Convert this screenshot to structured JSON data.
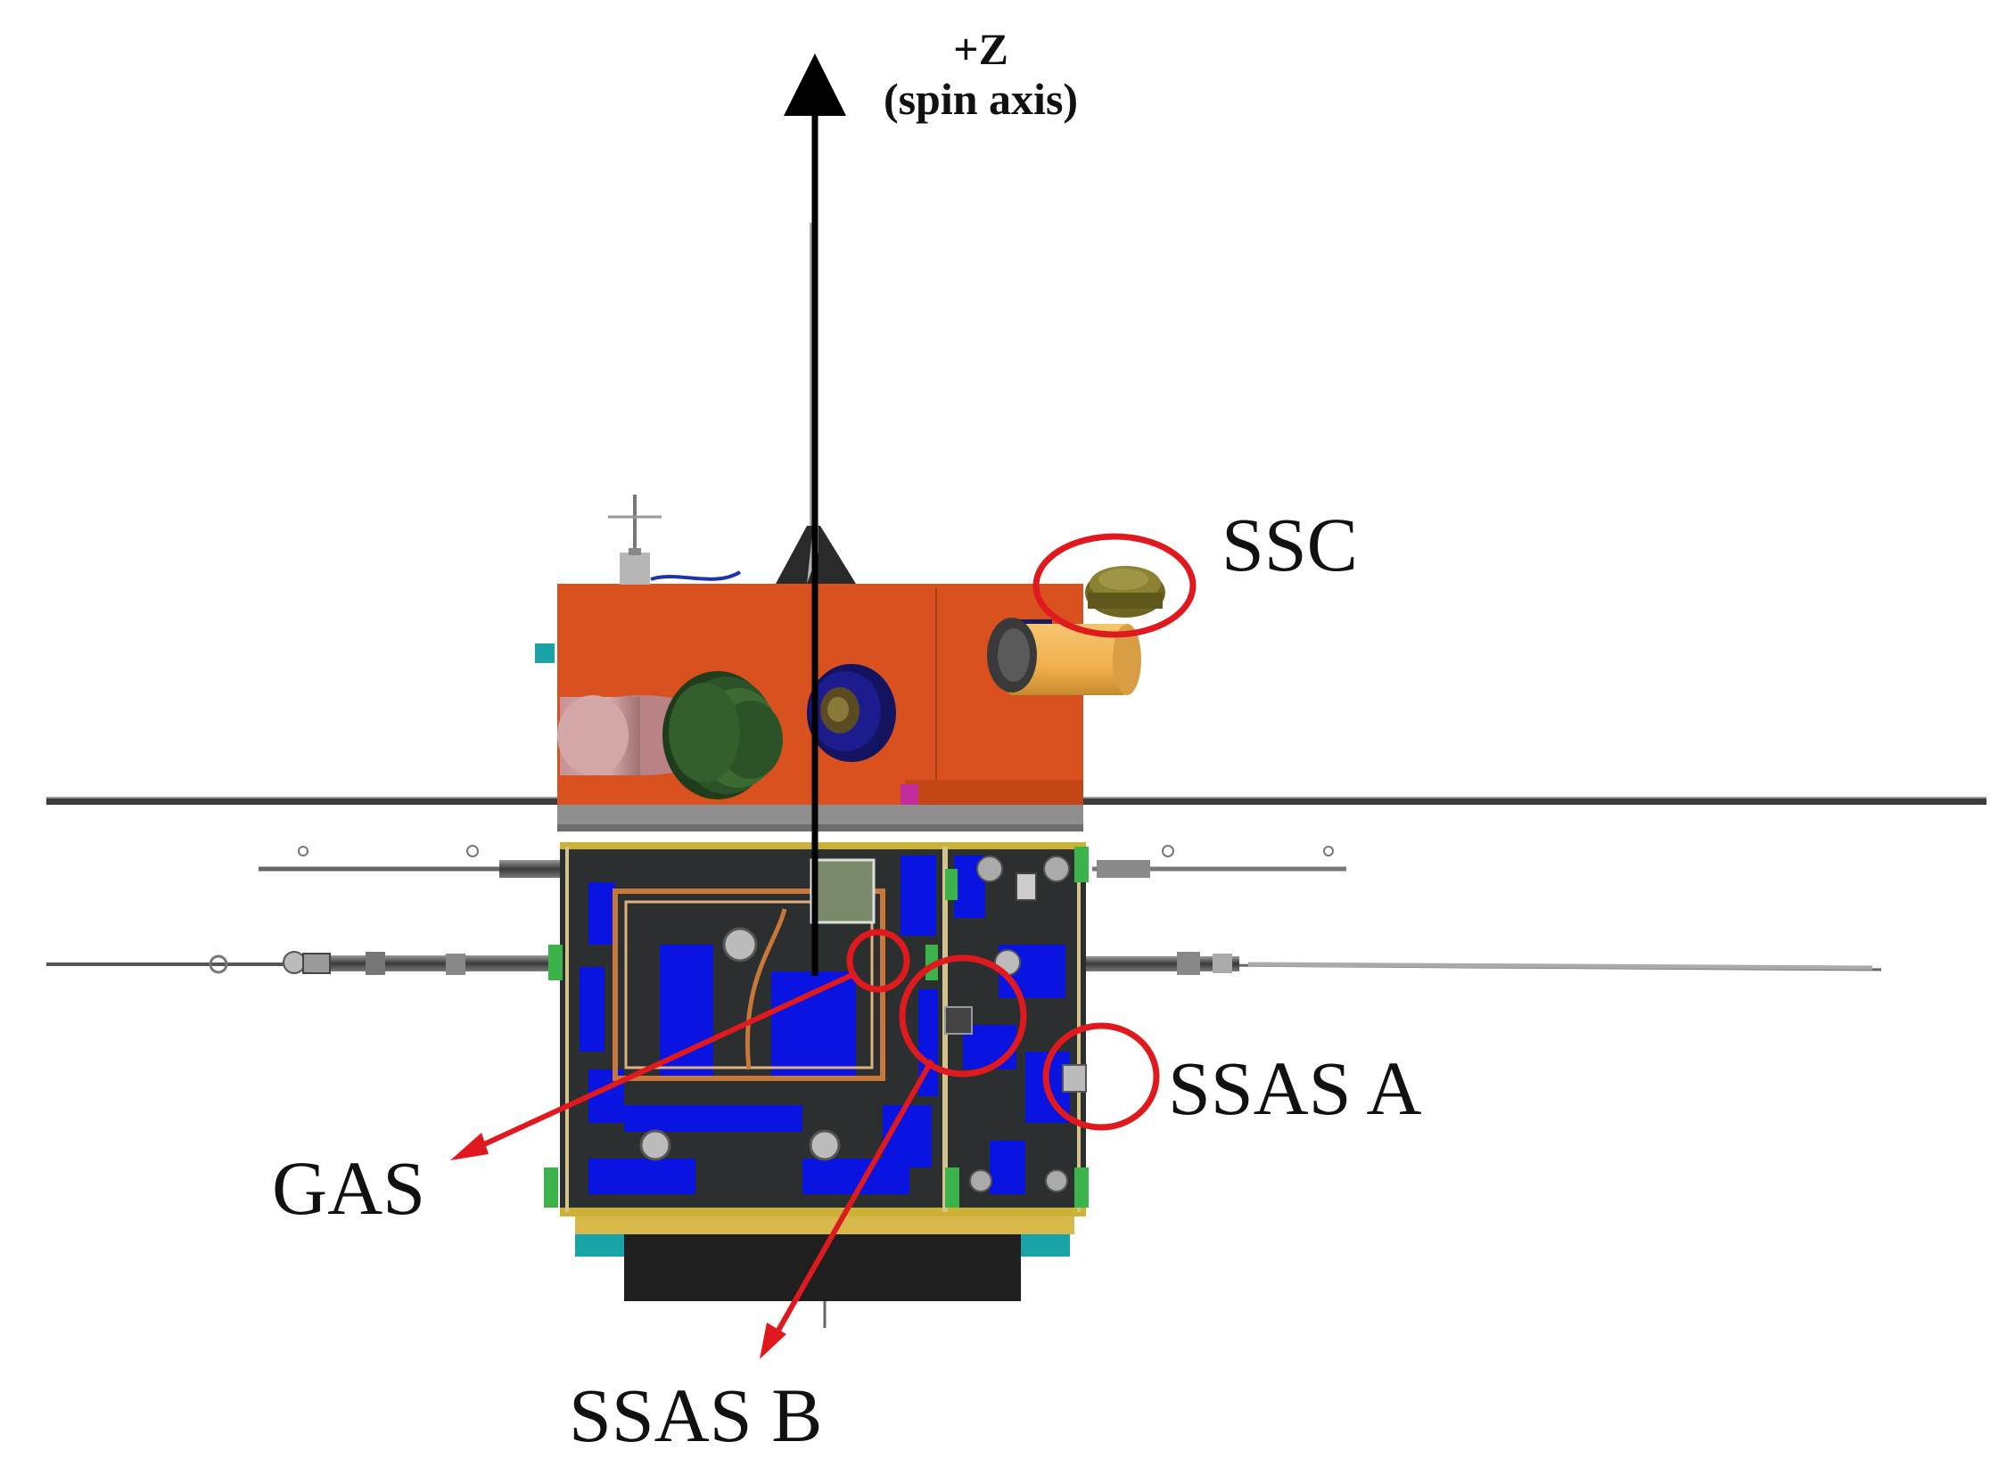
{
  "axis": {
    "name": "+Z",
    "note": "(spin axis)"
  },
  "labels": {
    "ssc": "SSC",
    "ssas_a": "SSAS A",
    "gas": "GAS",
    "ssas_b": "SSAS B"
  },
  "colors": {
    "top_module": "#d8511e",
    "panel_blue": "#0a14e0",
    "panel_dark": "#2c2f30",
    "callout_red": "#e0191e",
    "axis_black": "#000000",
    "harness_orange": "#c7773a",
    "brace_green": "#3bb24a",
    "sun_sensor_tan": "#f2b04d"
  }
}
